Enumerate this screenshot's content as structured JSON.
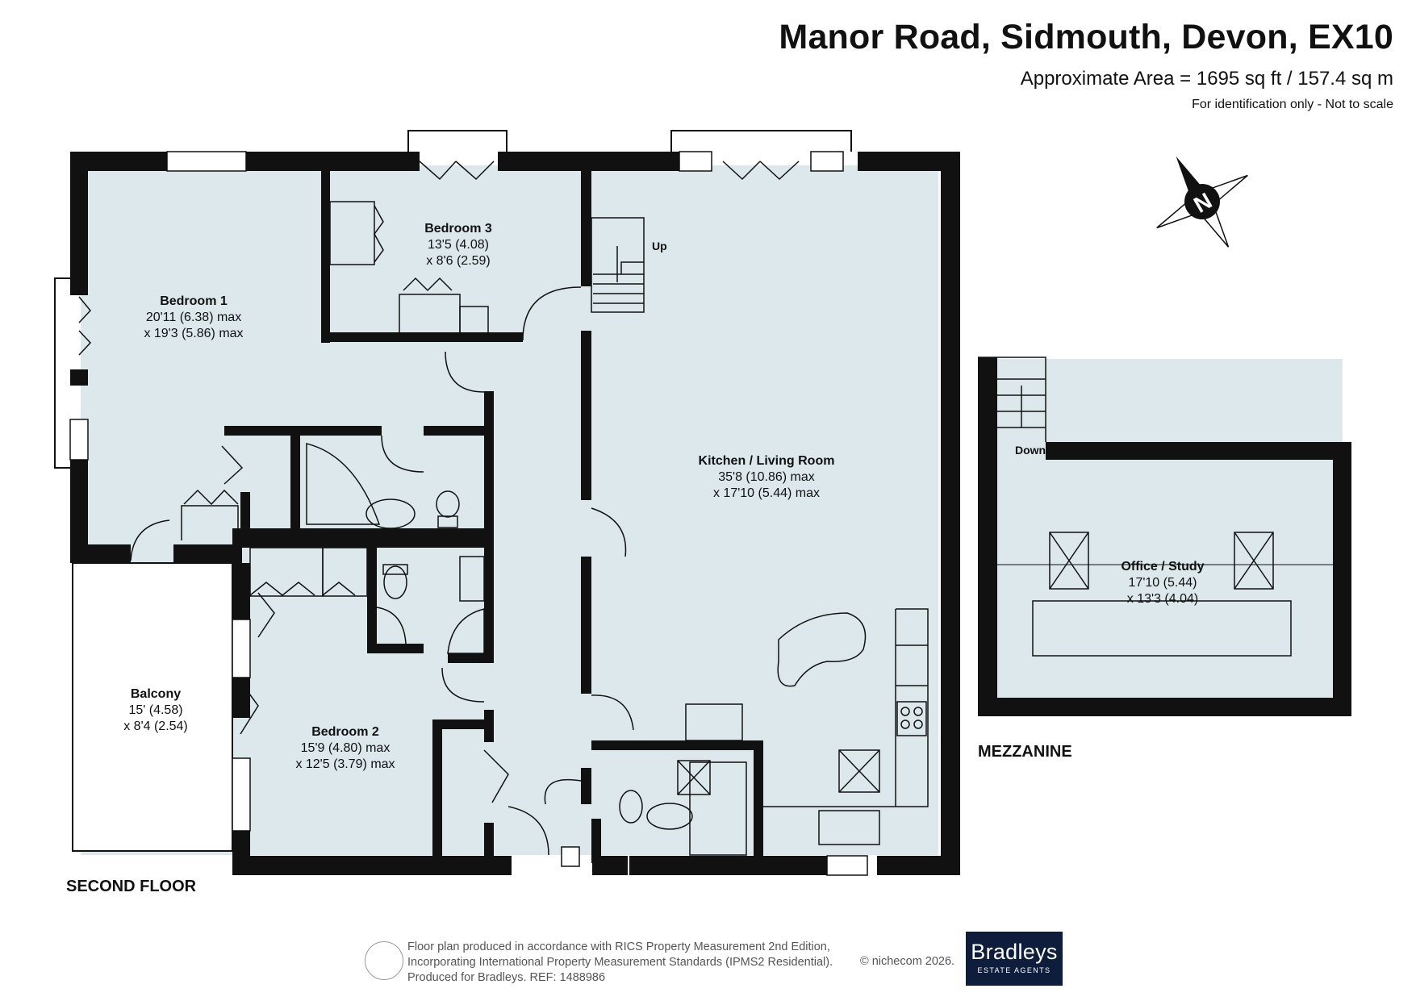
{
  "header": {
    "title": "Manor Road, Sidmouth, Devon, EX10",
    "area": "Approximate Area = 1695 sq ft / 157.4 sq m",
    "note": "For identification only - Not to scale"
  },
  "rooms": {
    "bedroom1": {
      "name": "Bedroom 1",
      "dim1": "20'11 (6.38) max",
      "dim2": "x 19'3 (5.86) max"
    },
    "bedroom3": {
      "name": "Bedroom 3",
      "dim1": "13'5 (4.08)",
      "dim2": "x 8'6 (2.59)"
    },
    "kitchen": {
      "name": "Kitchen / Living Room",
      "dim1": "35'8 (10.86) max",
      "dim2": "x 17'10 (5.44) max"
    },
    "balcony": {
      "name": "Balcony",
      "dim1": "15' (4.58)",
      "dim2": "x 8'4 (2.54)"
    },
    "bedroom2": {
      "name": "Bedroom 2",
      "dim1": "15'9 (4.80) max",
      "dim2": "x 12'5 (3.79) max"
    },
    "office": {
      "name": "Office / Study",
      "dim1": "17'10 (5.44)",
      "dim2": "x 13'3 (4.04)"
    }
  },
  "stairs": {
    "up": "Up",
    "down": "Down"
  },
  "floors": {
    "second": "SECOND FLOOR",
    "mezzanine": "MEZZANINE"
  },
  "compass": {
    "letter": "N"
  },
  "footer": {
    "line1": "Floor plan produced in accordance with RICS Property Measurement 2nd Edition,",
    "line2": "Incorporating International Property Measurement Standards (IPMS2 Residential).",
    "line3": "Produced for Bradleys.   REF: 1488986",
    "credit": "© nichecom 2026.",
    "logo_name": "Bradleys",
    "logo_tag": "ESTATE AGENTS"
  },
  "colors": {
    "floor": "#dde8ec",
    "wall": "#111111",
    "logo_bg": "#0f1d3d"
  }
}
